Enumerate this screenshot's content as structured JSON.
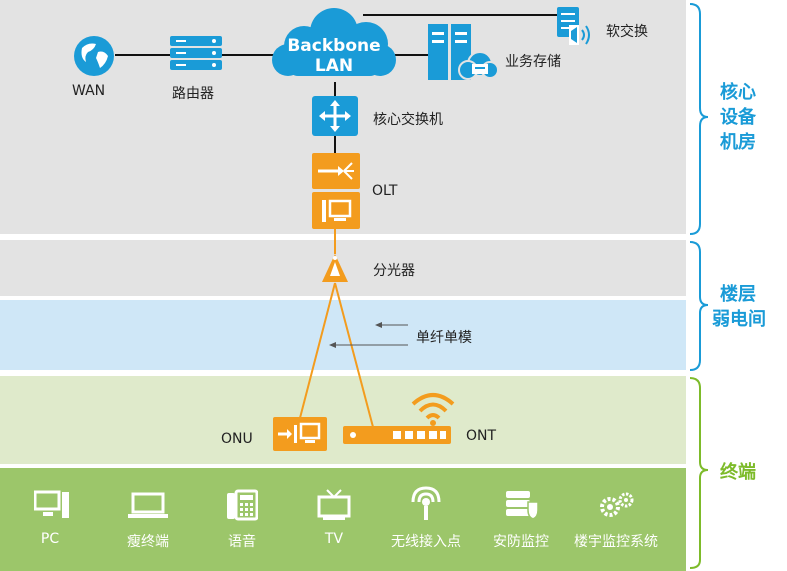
{
  "backbone": {
    "line1": "Backbone",
    "line2": "LAN"
  },
  "nodes": {
    "wan": "WAN",
    "router": "路由器",
    "soft_switch": "软交换",
    "storage": "业务存储",
    "core_switch": "核心交换机",
    "olt": "OLT",
    "splitter": "分光器",
    "fiber": "单纤单模",
    "onu": "ONU",
    "ont": "ONT"
  },
  "devices": [
    {
      "label": "PC",
      "icon": "pc-icon"
    },
    {
      "label": "瘦终端",
      "icon": "thin-client-icon"
    },
    {
      "label": "语音",
      "icon": "phone-icon"
    },
    {
      "label": "TV",
      "icon": "tv-icon"
    },
    {
      "label": "无线接入点",
      "icon": "wireless-ap-icon"
    },
    {
      "label": "安防监控",
      "icon": "security-monitor-icon"
    },
    {
      "label": "楼宇监控系统",
      "icon": "building-control-icon"
    }
  ],
  "sections": {
    "core": [
      "核心",
      "设备",
      "机房"
    ],
    "floor": [
      "楼层",
      "弱电间"
    ],
    "terminal": [
      "终端"
    ]
  },
  "colors": {
    "core_bg": "#e3e3e3",
    "floor_bg": "#e3e3e3",
    "fiber_bg": "#cfe7f7",
    "terminal_bg": "#dfeacb",
    "device_bg": "#9cc66a",
    "blue": "#1a9bd7",
    "orange": "#f39c1e",
    "green": "#7dbb2a"
  }
}
